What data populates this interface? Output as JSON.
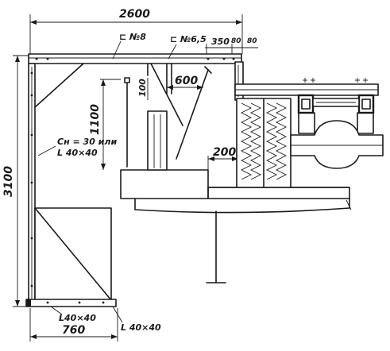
{
  "dimensions": {
    "overall_width": "2600",
    "overall_height": "3100",
    "cantilever_height": "1100",
    "small_100": "100",
    "span_600": "600",
    "span_200": "200",
    "base_width": "760",
    "top_350": "350",
    "top_80a": "80",
    "top_80b": "80"
  },
  "labels": {
    "channel_top": "⊏ №8",
    "channel_mid": "⊏ №6,5",
    "post_spec_line1": "Cн = 30 или",
    "post_spec_line2": "L 40×40",
    "base_left": "L40×40",
    "base_right": "L 40×40"
  }
}
